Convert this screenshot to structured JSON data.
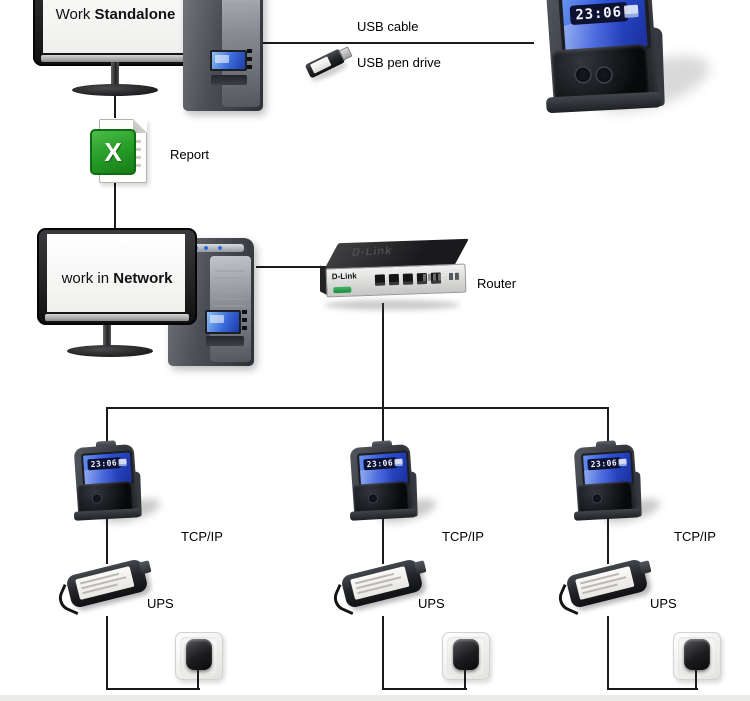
{
  "diagram": {
    "standalone_pc": {
      "label_prefix": "Work ",
      "label_bold": "Standalone"
    },
    "network_pc": {
      "label_prefix": "work in ",
      "label_bold": "Network"
    },
    "usb_cable_label": "USB cable",
    "usb_pen_drive_label": "USB pen drive",
    "report_label": "Report",
    "excel_glyph": "X",
    "router_label": "Router",
    "router_brand": "D-Link",
    "router_ports": 5,
    "device_clock": "23:06",
    "columns": [
      {
        "tcpip": "TCP/IP",
        "ups": "UPS"
      },
      {
        "tcpip": "TCP/IP",
        "ups": "UPS"
      },
      {
        "tcpip": "TCP/IP",
        "ups": "UPS"
      }
    ],
    "colors": {
      "connector_line": "#1a1a1a",
      "screen_blue_light": "#6a95f0",
      "screen_blue_dark": "#1b2f9b",
      "device_body": "#33363c",
      "excel_green": "#249a24",
      "router_panel": "#d9d9d7",
      "dlink_logo_green": "#2f9e52",
      "background": "#ffffff"
    }
  }
}
